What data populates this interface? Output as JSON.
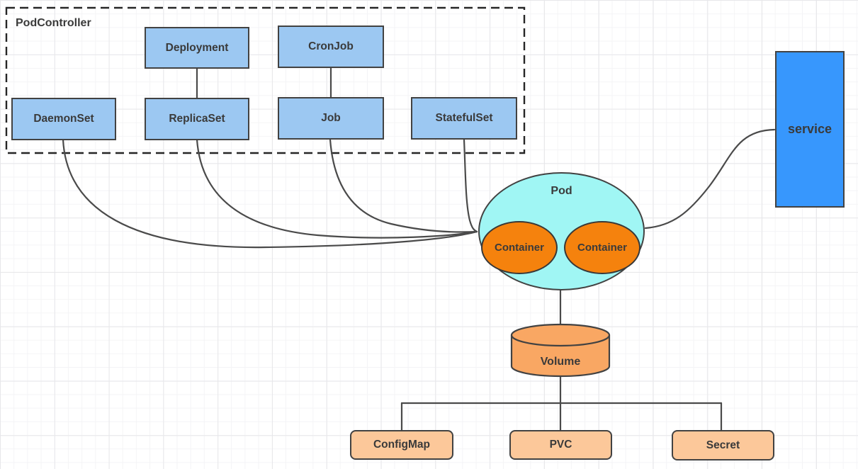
{
  "group": {
    "label": "PodController"
  },
  "nodes": {
    "deployment": "Deployment",
    "cronjob": "CronJob",
    "daemonset": "DaemonSet",
    "replicaset": "ReplicaSet",
    "job": "Job",
    "statefulset": "StatefulSet",
    "pod": "Pod",
    "container_left": "Container",
    "container_right": "Container",
    "service": "service",
    "volume": "Volume",
    "configmap": "ConfigMap",
    "pvc": "PVC",
    "secret": "Secret"
  },
  "edges": [
    {
      "from": "Deployment",
      "to": "ReplicaSet"
    },
    {
      "from": "CronJob",
      "to": "Job"
    },
    {
      "from": "DaemonSet",
      "to": "Pod"
    },
    {
      "from": "ReplicaSet",
      "to": "Pod"
    },
    {
      "from": "Job",
      "to": "Pod"
    },
    {
      "from": "StatefulSet",
      "to": "Pod"
    },
    {
      "from": "Pod",
      "to": "service"
    },
    {
      "from": "Pod",
      "to": "Volume"
    },
    {
      "from": "Volume",
      "to": "ConfigMap"
    },
    {
      "from": "Volume",
      "to": "PVC"
    },
    {
      "from": "Volume",
      "to": "Secret"
    }
  ],
  "colors": {
    "controller_fill": "#9cc8f2",
    "service_fill": "#3797fd",
    "pod_fill": "#a0f6f4",
    "container_fill": "#f5820d",
    "volume_fill": "#f9a763",
    "config_fill": "#fcc89a",
    "border_color": "#424242",
    "connector_color": "#4a4a4a",
    "text_color": "#3a3a3a"
  }
}
